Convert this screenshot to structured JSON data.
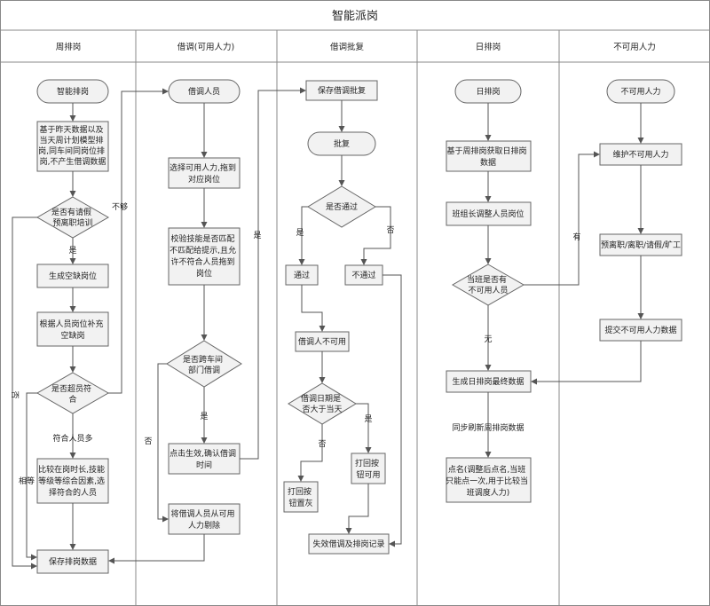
{
  "title": "智能派岗",
  "lanes": [
    "周排岗",
    "借调(可用人力)",
    "借调批复",
    "日排岗",
    "不可用人力"
  ],
  "nodes": {
    "w_start": "智能排岗",
    "w_gen": [
      "基于昨天数据以及",
      "当天周计划模型排",
      "岗,同车间同岗位排",
      "岗,不产生借调数据"
    ],
    "w_leave": [
      "是否有请假",
      "预离职培训"
    ],
    "w_vacancy": "生成空缺岗位",
    "w_fill": [
      "根据人员岗位补充",
      "空缺岗"
    ],
    "w_over": [
      "是否超员符",
      "合"
    ],
    "w_compare": [
      "比较在岗时长,技能",
      "等级等综合因素,选",
      "择符合的人员"
    ],
    "w_save": "保存排岗数据",
    "b_start": "借调人员",
    "b_select": [
      "选择可用人力,拖到",
      "对应岗位"
    ],
    "b_check": [
      "校验技能是否匹配",
      "不匹配给提示,且允",
      "许不符合人员拖到",
      "岗位"
    ],
    "b_cross": [
      "是否跨车间",
      "部门借调"
    ],
    "b_confirm": [
      "点击生效,确认借调",
      "时间"
    ],
    "b_remove": [
      "将借调人员从可用",
      "人力剔除"
    ],
    "a_save": "保存借调批复",
    "a_approve": "批复",
    "a_pass_q": "是否通过",
    "a_pass": "通过",
    "a_reject": "不通过",
    "a_unavail": "借调人不可用",
    "a_date_q": [
      "借调日期是",
      "否大于当天"
    ],
    "a_gray": [
      "打回按",
      "钮置灰"
    ],
    "a_avail": [
      "打回按",
      "钮可用"
    ],
    "a_void": "失效借调及排岗记录",
    "d_start": "日排岗",
    "d_get": [
      "基于周排岗获取日排岗",
      "数据"
    ],
    "d_adjust": "班组长调整人员岗位",
    "d_q": [
      "当班是否有",
      "不可用人员"
    ],
    "d_final": "生成日排岗最终数据",
    "d_roll": [
      "点名(调整后点名,当班",
      "只能点一次,用于比较当",
      "班调度人力)"
    ],
    "u_start": "不可用人力",
    "u_maintain": "维护不可用人力",
    "u_types": "预离职/离职/请假/旷工",
    "u_submit": "提交不可用人力数据"
  },
  "edge_labels": {
    "yes1": "是",
    "not_enough": "不够",
    "no_left": "否",
    "over_many": "符合人员多",
    "equal": "相等",
    "yes_cross": "是",
    "no_cross": "否",
    "yes_b": "是",
    "yes_pass": "是",
    "no_pass": "否",
    "yes_date": "是",
    "no_date": "否",
    "has": "有",
    "none": "无",
    "sync": "同步刷新周排岗数据"
  }
}
